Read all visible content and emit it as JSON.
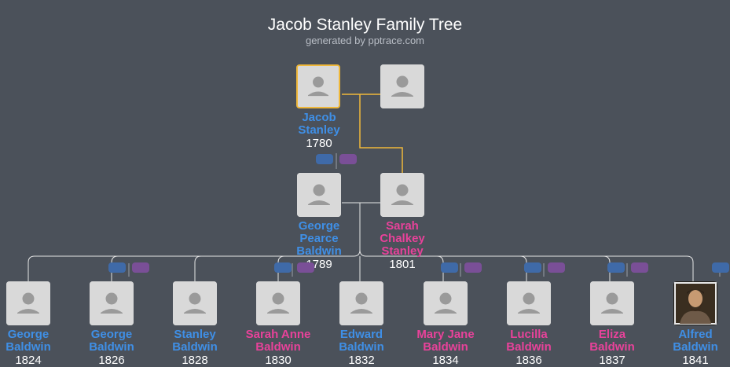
{
  "header": {
    "title": "Jacob Stanley Family Tree",
    "subtitle": "generated by pptrace.com"
  },
  "colors": {
    "background": "#4b515a",
    "male": "#3f8fe6",
    "female": "#e8429a",
    "selected_border": "#f0b83a",
    "card": "#d9d9d9"
  },
  "generation1": {
    "person": {
      "first": "Jacob",
      "last": "Stanley",
      "year": "1780",
      "gender": "male"
    },
    "spouse": {
      "first": "",
      "last": "",
      "year": "",
      "gender": "unknown"
    }
  },
  "generation2": {
    "person": {
      "first": "George",
      "middle": "Pearce",
      "last": "Baldwin",
      "year": "1789",
      "gender": "male"
    },
    "spouse": {
      "first": "Sarah",
      "middle": "Chalkey",
      "last": "Stanley",
      "year": "1801",
      "gender": "female"
    }
  },
  "children": [
    {
      "first": "George",
      "last": "Baldwin",
      "year": "1824",
      "gender": "male"
    },
    {
      "first": "George",
      "last": "Baldwin",
      "year": "1826",
      "gender": "male"
    },
    {
      "first": "Stanley",
      "last": "Baldwin",
      "year": "1828",
      "gender": "male"
    },
    {
      "first": "Sarah Anne",
      "last": "Baldwin",
      "year": "1830",
      "gender": "female"
    },
    {
      "first": "Edward",
      "last": "Baldwin",
      "year": "1832",
      "gender": "male"
    },
    {
      "first": "Mary Jane",
      "last": "Baldwin",
      "year": "1834",
      "gender": "female"
    },
    {
      "first": "Lucilla",
      "last": "Baldwin",
      "year": "1836",
      "gender": "female"
    },
    {
      "first": "Eliza",
      "last": "Baldwin",
      "year": "1837",
      "gender": "female"
    },
    {
      "first": "Alfred",
      "last": "Baldwin",
      "year": "1841",
      "gender": "male",
      "photo": true
    }
  ]
}
